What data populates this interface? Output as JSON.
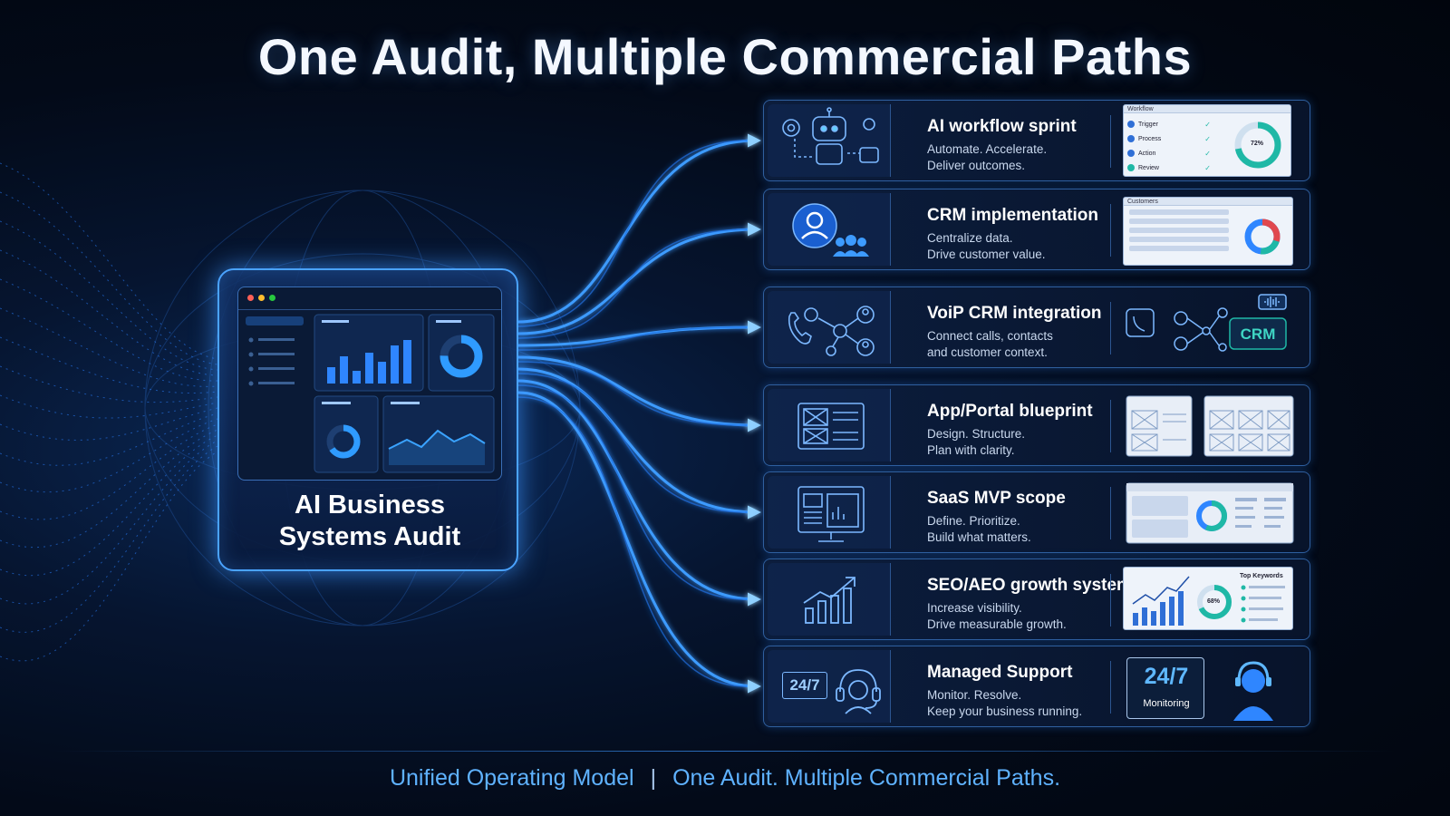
{
  "title": "One Audit, Multiple Commercial Paths",
  "audit": {
    "label_line1": "AI Business",
    "label_line2": "Systems Audit"
  },
  "paths": [
    {
      "title": "AI workflow sprint",
      "line1": "Automate. Accelerate.",
      "line2": "Deliver outcomes.",
      "icon": "robot-icon",
      "preview": {
        "header": "Workflow",
        "steps": [
          "Trigger",
          "Process",
          "Action",
          "Review"
        ],
        "gauge_label": "72%",
        "gauge_value": 0.72
      }
    },
    {
      "title": "CRM implementation",
      "line1": "Centralize data.",
      "line2": "Drive customer value.",
      "icon": "users-icon",
      "preview": {
        "header": "Customers"
      }
    },
    {
      "title": "VoiP CRM integration",
      "line1": "Connect calls, contacts",
      "line2": "and customer context.",
      "icon": "phone-network-icon",
      "preview": {
        "badge": "CRM"
      }
    },
    {
      "title": "App/Portal blueprint",
      "line1": "Design. Structure.",
      "line2": "Plan with clarity.",
      "icon": "wireframe-icon",
      "preview": {}
    },
    {
      "title": "SaaS MVP scope",
      "line1": "Define. Prioritize.",
      "line2": "Build what matters.",
      "icon": "monitor-icon",
      "preview": {}
    },
    {
      "title": "SEO/AEO growth system",
      "line1": "Increase visibility.",
      "line2": "Drive measurable growth.",
      "icon": "growth-chart-icon",
      "preview": {
        "header": "Top Keywords",
        "gauge_label": "68%",
        "gauge_value": 0.68
      }
    },
    {
      "title": "Managed Support",
      "line1": "Monitor. Resolve.",
      "line2": "Keep your business running.",
      "icon": "headset-icon",
      "icon_text": "24/7",
      "preview": {
        "big_text": "24/7",
        "sub_text": "Monitoring"
      }
    }
  ],
  "footer": {
    "left": "Unified Operating Model",
    "separator": "|",
    "right": "One Audit. Multiple Commercial Paths."
  },
  "colors": {
    "accent": "#3d9bff",
    "glow": "#4aa3ff",
    "teal": "#1fb8a6",
    "footer_text": "#5fb2ff"
  }
}
